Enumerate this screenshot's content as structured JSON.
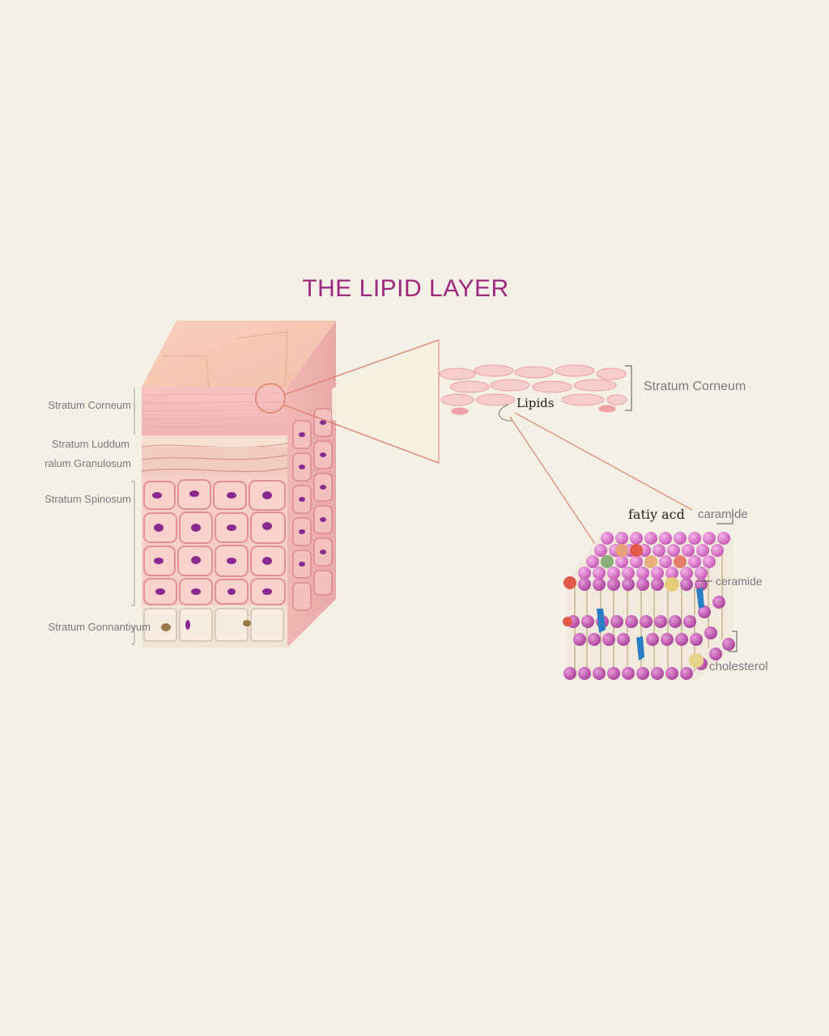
{
  "title": "THE LIPID LAYER",
  "colors": {
    "background": "#f4f0e6",
    "title": "#a0277f",
    "label_text": "#7a7a80",
    "callout_line": "#e0806e",
    "skin_pink": "#f6c6bf",
    "nucleus_purple": "#8a2a8f",
    "lipid_head_pink": "#d872c8",
    "cholesterol_blue": "#2a7fc4"
  },
  "skin_layers": {
    "stratum_corneum": "Stratum Corneum",
    "stratum_lucidum": "Stratum Luddum",
    "stratum_granulosum": "ralum Granulosum",
    "stratum_spinosum": "Stratum Spinosum",
    "stratum_germinativum": "Stratum Gonnantiyum"
  },
  "zoom": {
    "stratum_corneum": "Stratum Corneum",
    "lipids": "Lipids"
  },
  "molecules": {
    "fatty_acid": "fatiy acd",
    "ceramide_top": "caramide",
    "ceramide_side": "ceramide",
    "cholesterol": "cholesterol"
  }
}
